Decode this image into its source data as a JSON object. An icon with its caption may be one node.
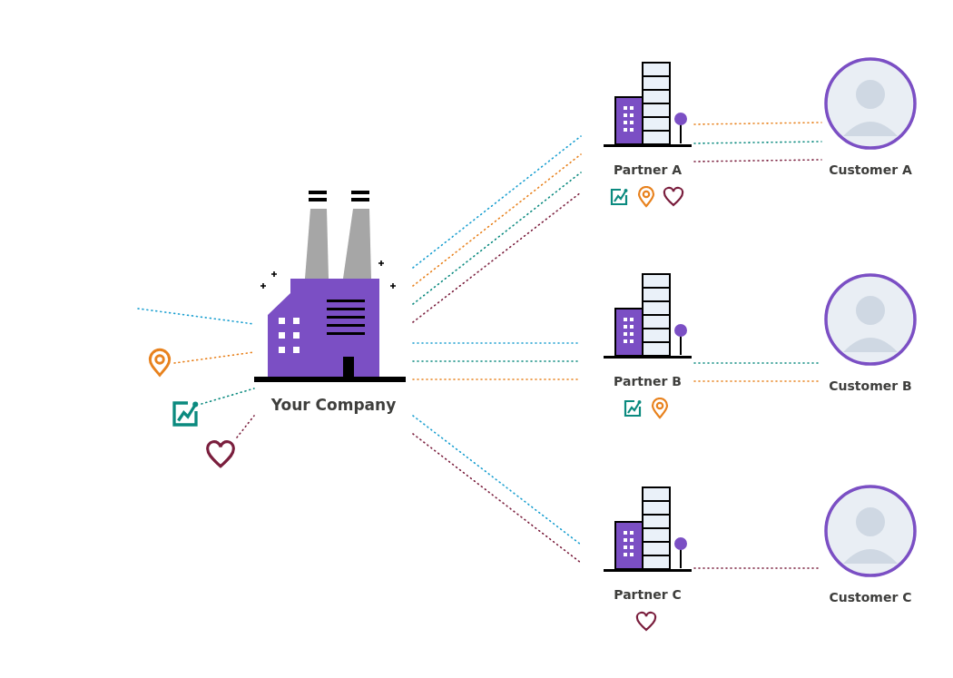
{
  "diagram": {
    "nodes": [
      {
        "text": [
          "Your Company"
        ]
      },
      {
        "text": [],
        "shape": "picture"
      },
      {
        "text": [],
        "shape": "picture"
      },
      {
        "text": [],
        "shape": "picture"
      },
      {
        "text": [
          "Partner A"
        ]
      },
      {
        "text": [
          "Customer A"
        ]
      },
      {
        "text": [
          "Partner B"
        ]
      },
      {
        "text": [
          "Customer B"
        ]
      },
      {
        "text": [
          "Partner C"
        ]
      },
      {
        "text": [
          "Customer C"
        ]
      }
    ],
    "edges": [
      {
        "from": null,
        "to": 0,
        "arrow": "none",
        "style": "dashed",
        "color": "#1a9fd0"
      },
      {
        "from": 1,
        "to": 0,
        "arrow": "none",
        "style": "dashed",
        "color": "#e8821e"
      },
      {
        "from": 2,
        "to": 0,
        "arrow": "none",
        "style": "dashed",
        "color": "#0b8a7f"
      },
      {
        "from": 3,
        "to": 0,
        "arrow": "none",
        "style": "dashed",
        "color": "#7a1e3d"
      },
      {
        "from": 0,
        "to": 4,
        "arrow": "none",
        "style": "dashed",
        "color": "#1a9fd0"
      },
      {
        "from": 0,
        "to": 4,
        "arrow": "none",
        "style": "dashed",
        "color": "#e8821e"
      },
      {
        "from": 0,
        "to": 4,
        "arrow": "none",
        "style": "dashed",
        "color": "#0b8a7f"
      },
      {
        "from": 0,
        "to": 4,
        "arrow": "none",
        "style": "dashed",
        "color": "#7a1e3d"
      },
      {
        "from": 0,
        "to": 6,
        "arrow": "none",
        "style": "dashed",
        "color": "#1a9fd0"
      },
      {
        "from": 0,
        "to": 6,
        "arrow": "none",
        "style": "dashed",
        "color": "#0b8a7f"
      },
      {
        "from": 0,
        "to": 6,
        "arrow": "none",
        "style": "dashed",
        "color": "#e8821e"
      },
      {
        "from": 0,
        "to": 8,
        "arrow": "none",
        "style": "dashed",
        "color": "#1a9fd0"
      },
      {
        "from": 0,
        "to": 8,
        "arrow": "none",
        "style": "dashed",
        "color": "#7a1e3d"
      },
      {
        "from": 4,
        "to": 5,
        "arrow": "none",
        "style": "dashed",
        "color": "#e8821e"
      },
      {
        "from": 4,
        "to": 5,
        "arrow": "none",
        "style": "dashed",
        "color": "#0b8a7f"
      },
      {
        "from": 4,
        "to": 5,
        "arrow": "none",
        "style": "dashed",
        "color": "#7a1e3d"
      },
      {
        "from": 6,
        "to": 7,
        "arrow": "none",
        "style": "dashed",
        "color": "#0b8a7f"
      },
      {
        "from": 6,
        "to": 7,
        "arrow": "none",
        "style": "dashed",
        "color": "#e8821e"
      },
      {
        "from": 8,
        "to": 9,
        "arrow": "none",
        "style": "dashed",
        "color": "#7a1e3d"
      }
    ]
  }
}
